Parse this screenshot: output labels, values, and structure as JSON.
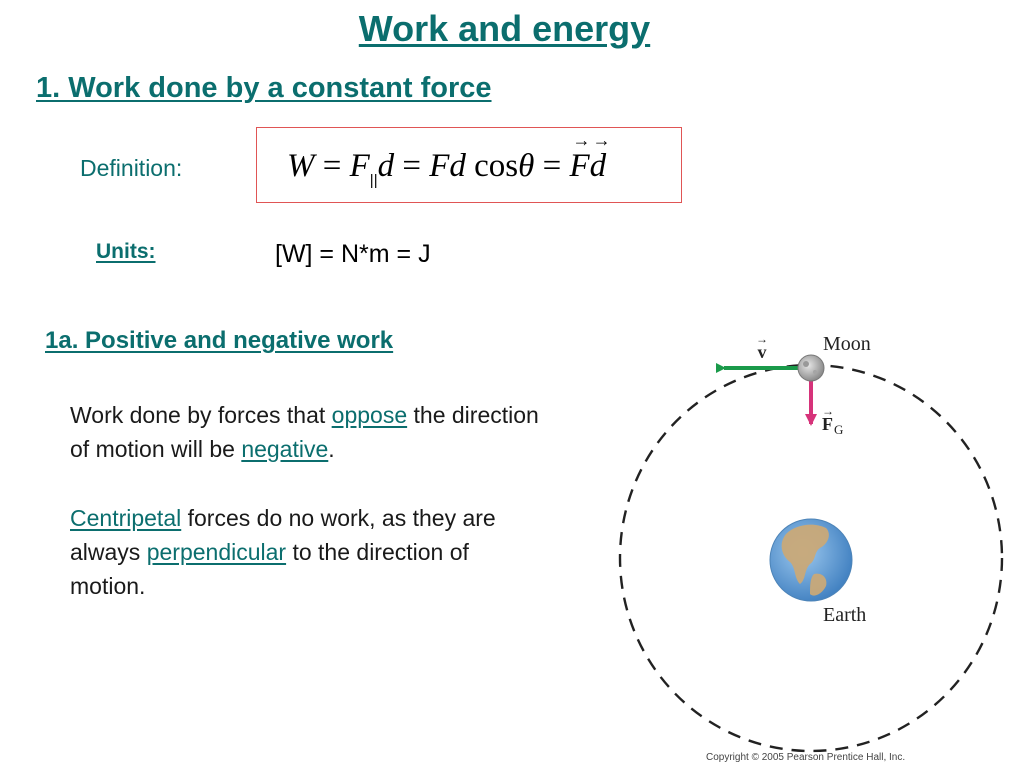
{
  "title": "Work and energy",
  "section1": {
    "heading": "1. Work done by a constant force",
    "definition_label": "Definition:",
    "formula": {
      "W": "W",
      "eq1": " = ",
      "F": "F",
      "parallel": "||",
      "d": "d",
      "eq2": " = ",
      "Fd": "Fd",
      "cos": " cos",
      "theta": "θ",
      "eq3": " = ",
      "vecF": "F",
      "vecd": "d"
    },
    "units_label": "Units:",
    "units_value": "[W] = N*m = J"
  },
  "section1a": {
    "heading": "1a. Positive and negative work",
    "para1": {
      "t1": "Work done by forces that ",
      "k1": "oppose",
      "t2": " the direction of motion will be ",
      "k2": "negative",
      "t3": "."
    },
    "para2": {
      "k1": "Centripetal",
      "t1": " forces do no work, as they are always ",
      "k2": "perpendicular",
      "t2": " to the direction of motion."
    }
  },
  "diagram": {
    "moon_label": "Moon",
    "earth_label": "Earth",
    "velocity_label": "v",
    "force_label": "F",
    "force_sub": "G",
    "colors": {
      "velocity_arrow": "#1a9a4a",
      "force_arrow": "#d6337a",
      "orbit": "#222222",
      "earth_ocean": "#5b9bd5",
      "earth_land": "#c9a978"
    }
  },
  "copyright": "Copyright © 2005 Pearson Prentice Hall, Inc."
}
